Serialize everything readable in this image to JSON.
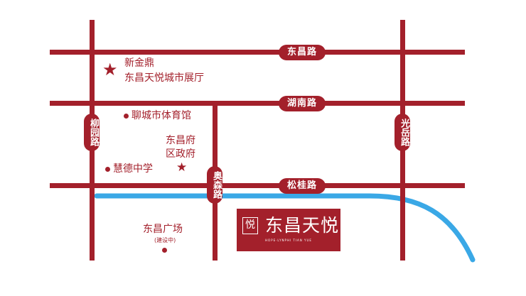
{
  "roads": {
    "dongchang": "东昌路",
    "hunan": "湖南路",
    "songgui": "松桂路",
    "liuyuan": "柳园路",
    "aosen": "奥森路",
    "guangyue": "光岳路"
  },
  "pois": {
    "xinjinding_line1": "新金鼎",
    "xinjinding_line2": "东昌天悦城市展厅",
    "stadium": "聊城市体育馆",
    "district_gov_line1": "东昌府",
    "district_gov_line2": "区政府",
    "school": "慧德中学",
    "plaza": "东昌广场",
    "plaza_note": "(建设中)"
  },
  "project": {
    "logo": "悦",
    "name": "东昌天悦",
    "subtitle": "HOPE·LYNPHI TIAN YUE"
  },
  "colors": {
    "road": "#a3202b",
    "river": "#3aa8e6",
    "background": "#ffffff"
  }
}
